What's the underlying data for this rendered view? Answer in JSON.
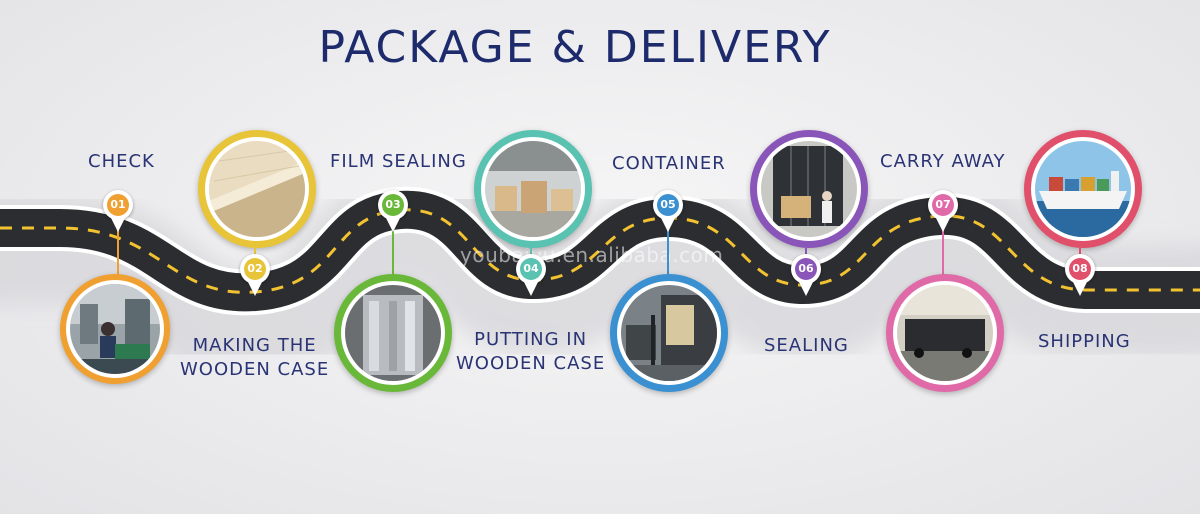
{
  "title": "PACKAGE & DELIVERY",
  "watermark": "youbaiyu.en.alibaba.com",
  "steps": [
    {
      "num": "01",
      "label": "CHECK",
      "color": "#f0a030",
      "photo": "worker-inspection"
    },
    {
      "num": "02",
      "label_line1": "MAKING THE",
      "label_line2": "WOODEN CASE",
      "color": "#e8c438",
      "photo": "wooden-board"
    },
    {
      "num": "03",
      "label": "FILM SEALING",
      "color": "#6ab83a",
      "photo": "film-wrapped-machine"
    },
    {
      "num": "04",
      "label_line1": "PUTTING IN",
      "label_line2": "WOODEN CASE",
      "color": "#5ac2b0",
      "photo": "wooden-crates-warehouse"
    },
    {
      "num": "05",
      "label": "CONTAINER",
      "color": "#3a90d0",
      "photo": "forklift-loading"
    },
    {
      "num": "06",
      "label": "SEALING",
      "color": "#8a55b8",
      "photo": "container-sealing"
    },
    {
      "num": "07",
      "label": "CARRY AWAY",
      "color": "#e06aa8",
      "photo": "truck-container"
    },
    {
      "num": "08",
      "label": "SHIPPING",
      "color": "#e0506a",
      "photo": "cargo-ship"
    }
  ],
  "colors": {
    "title": "#1d2a6b",
    "road": "#2b2d30",
    "road_dash": "#f2c230",
    "label": "#2a3475"
  }
}
